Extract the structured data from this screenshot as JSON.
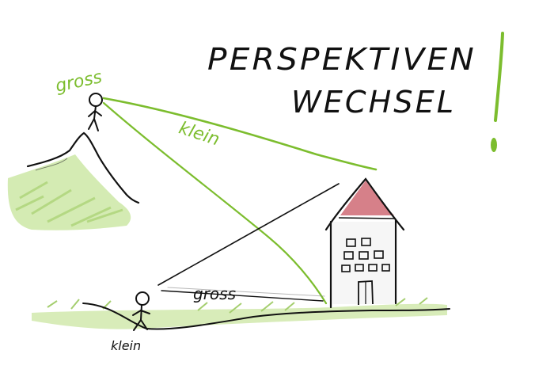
{
  "title": {
    "line1": "PERSPEKTIVEN",
    "line2": "WECHSEL",
    "exclamation": "!"
  },
  "labels": {
    "top_person": "gross",
    "sightline": "klein",
    "bottom_person": "klein",
    "bottom_sightline": "gross"
  },
  "colors": {
    "ink": "#111111",
    "green": "#7cbd2e",
    "grass": "#a6d36a",
    "roof": "#d2727c"
  }
}
